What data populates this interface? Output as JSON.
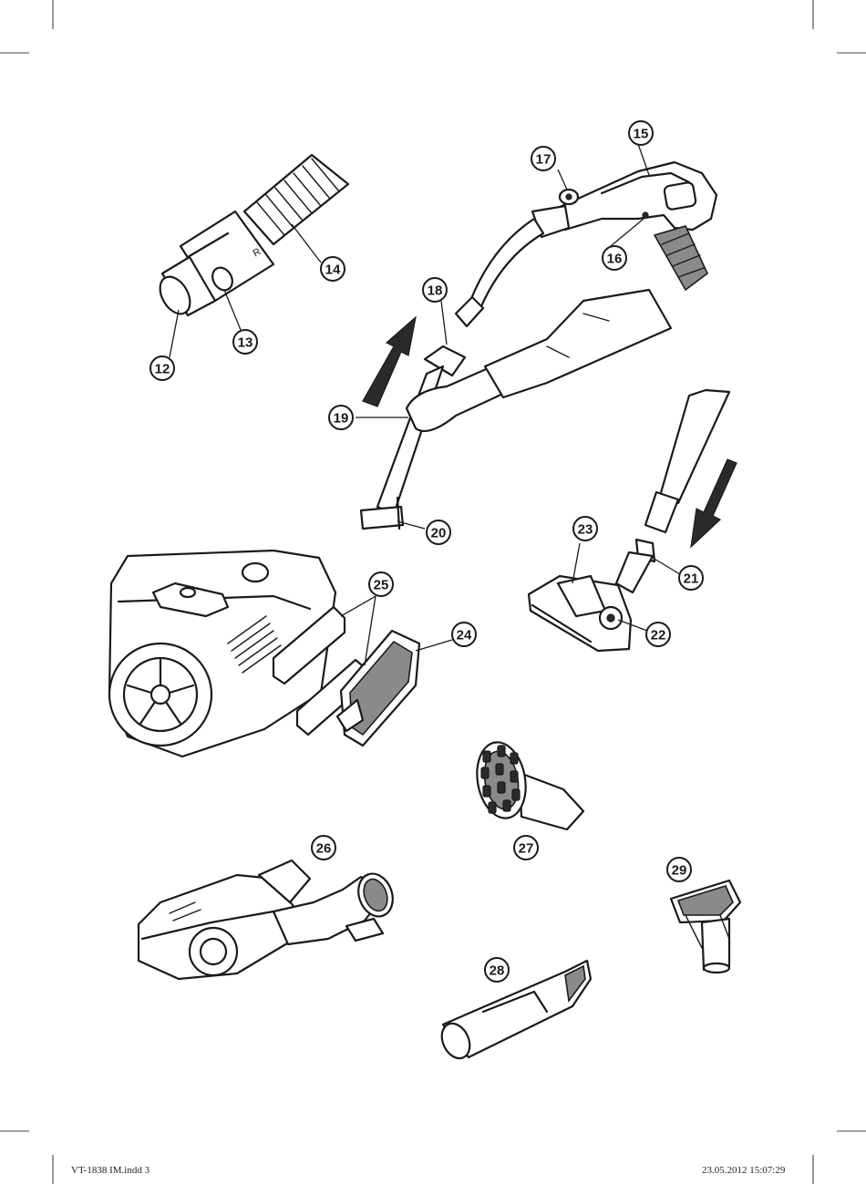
{
  "callouts": {
    "c12": "12",
    "c13": "13",
    "c14": "14",
    "c15": "15",
    "c16": "16",
    "c17": "17",
    "c18": "18",
    "c19": "19",
    "c20": "20",
    "c21": "21",
    "c22": "22",
    "c23": "23",
    "c24": "24",
    "c25": "25",
    "c26": "26",
    "c27": "27",
    "c28": "28",
    "c29": "29"
  },
  "footer": {
    "file": "VT-1838 IM.indd   3",
    "timestamp": "23.05.2012   15:07:29"
  },
  "colors": {
    "line": "#1a1a1a",
    "background": "#ffffff"
  }
}
